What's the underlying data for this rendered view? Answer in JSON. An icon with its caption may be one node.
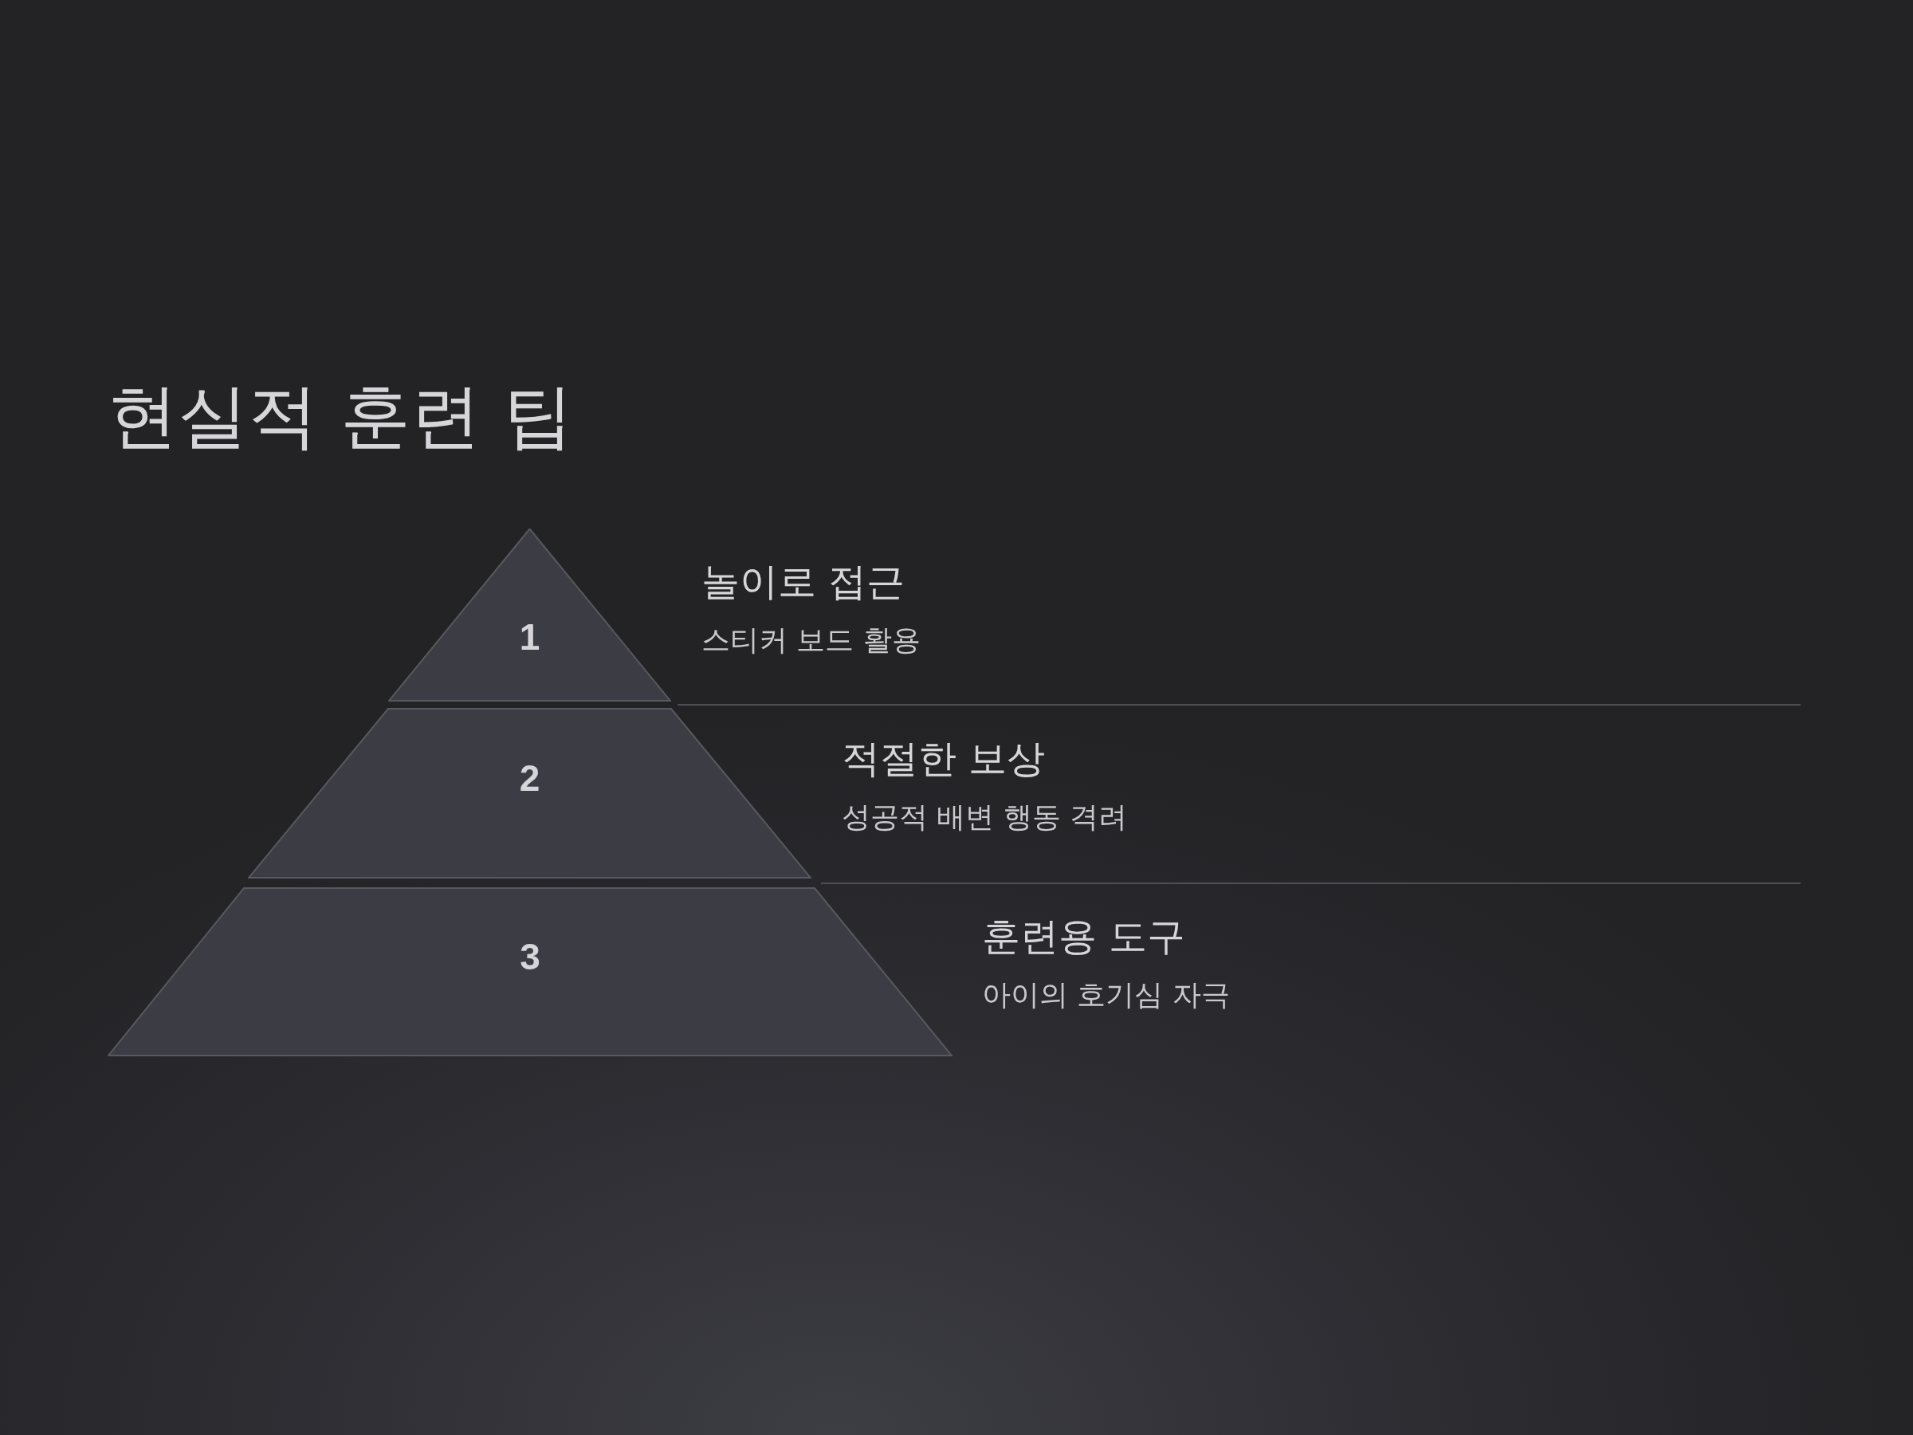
{
  "diagram": {
    "title": "현실적 훈련 팁",
    "nodes": [
      {
        "text": [
          "1"
        ],
        "beside": [
          "놀이로 접근",
          "스티커 보드 활용"
        ]
      },
      {
        "text": [
          "2"
        ],
        "beside": [
          "적절한 보상",
          "성공적 배변 행동 격려"
        ]
      },
      {
        "text": [
          "3"
        ],
        "beside": [
          "훈련용 도구",
          "아이의 호기심 자극"
        ]
      }
    ],
    "edges": []
  }
}
